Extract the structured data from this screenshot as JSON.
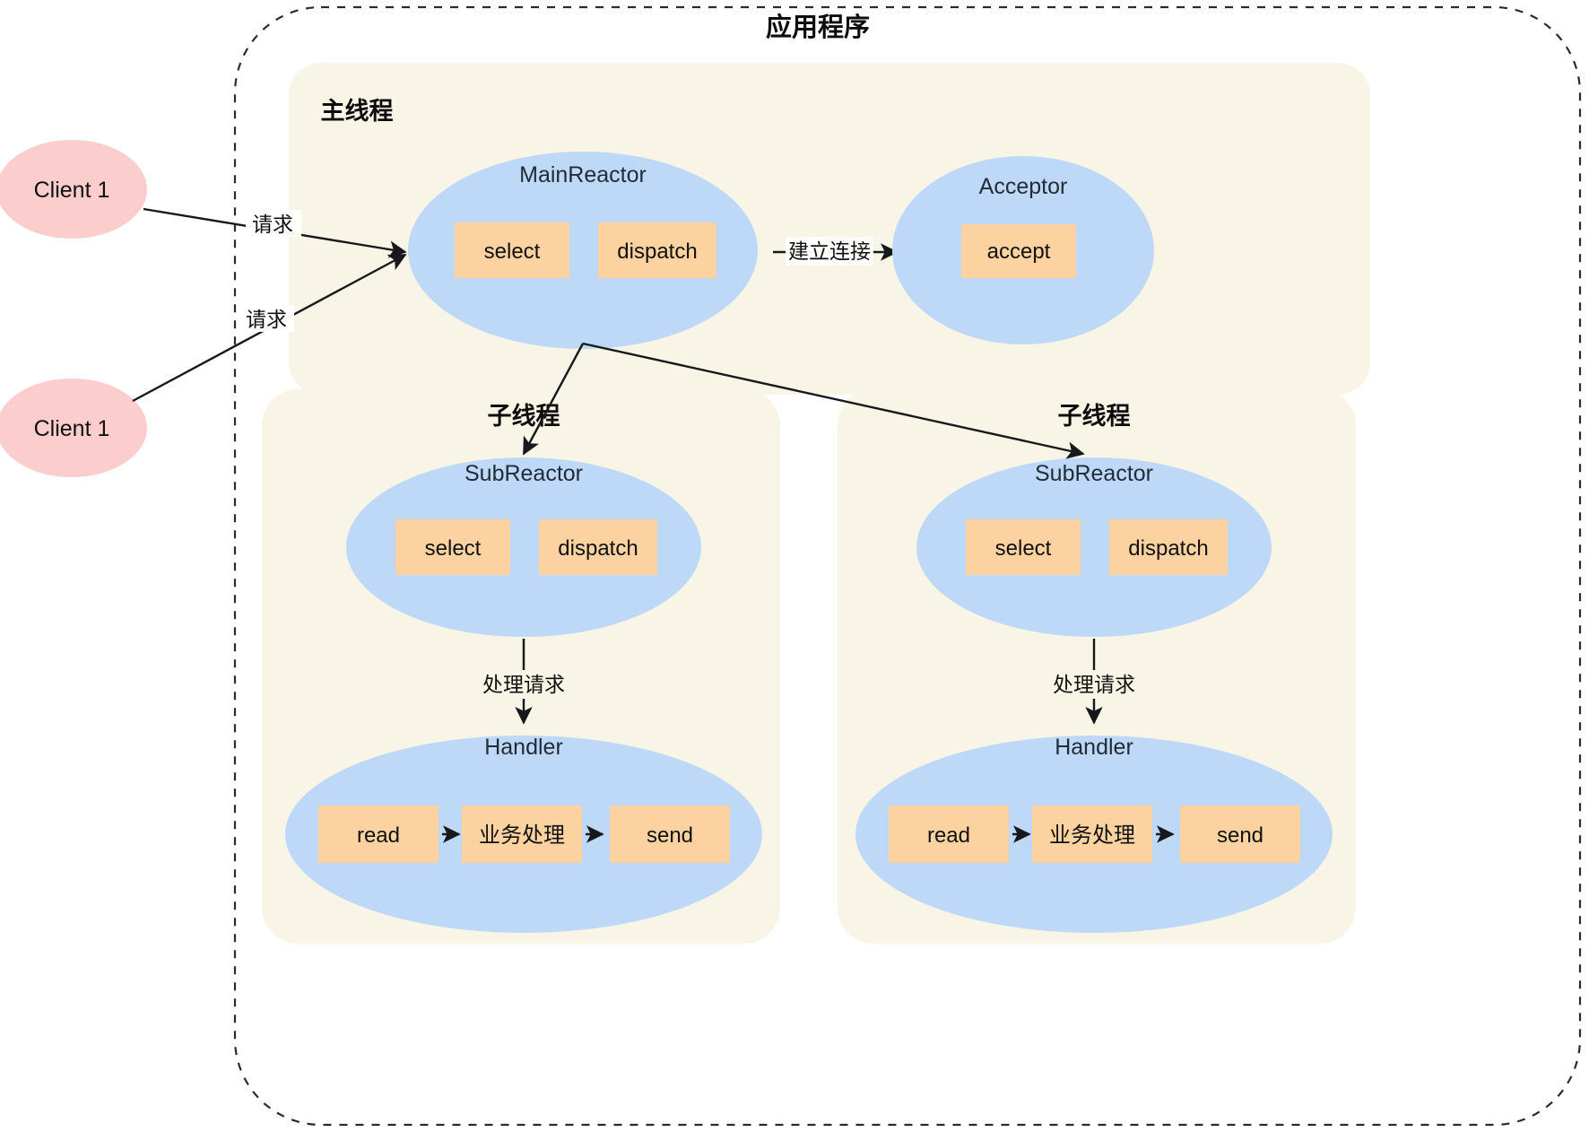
{
  "diagram": {
    "title": "应用程序",
    "outer_border": "dashed",
    "colors": {
      "zone_fill": "#f8f5e6",
      "ellipse_fill": "#bed9f7",
      "box_fill": "#fcd2a1",
      "client_fill": "#fbcdcd",
      "line": "#16181c",
      "text": "#111111"
    },
    "clients": [
      {
        "label": "Client 1"
      },
      {
        "label": "Client 1"
      }
    ],
    "client_edges": [
      {
        "label": "请求"
      },
      {
        "label": "请求"
      }
    ],
    "main_thread": {
      "title": "主线程",
      "main_reactor": {
        "title": "MainReactor",
        "boxes": [
          {
            "label": "select"
          },
          {
            "label": "dispatch"
          }
        ]
      },
      "connect_edge_label": "建立连接",
      "acceptor": {
        "title": "Acceptor",
        "boxes": [
          {
            "label": "accept"
          }
        ]
      }
    },
    "sub_threads": [
      {
        "title": "子线程",
        "sub_reactor": {
          "title": "SubReactor",
          "boxes": [
            {
              "label": "select"
            },
            {
              "label": "dispatch"
            }
          ]
        },
        "handle_edge_label": "处理请求",
        "handler": {
          "title": "Handler",
          "boxes": [
            {
              "label": "read"
            },
            {
              "label": "业务处理"
            },
            {
              "label": "send"
            }
          ]
        }
      },
      {
        "title": "子线程",
        "sub_reactor": {
          "title": "SubReactor",
          "boxes": [
            {
              "label": "select"
            },
            {
              "label": "dispatch"
            }
          ]
        },
        "handle_edge_label": "处理请求",
        "handler": {
          "title": "Handler",
          "boxes": [
            {
              "label": "read"
            },
            {
              "label": "业务处理"
            },
            {
              "label": "send"
            }
          ]
        }
      }
    ]
  }
}
